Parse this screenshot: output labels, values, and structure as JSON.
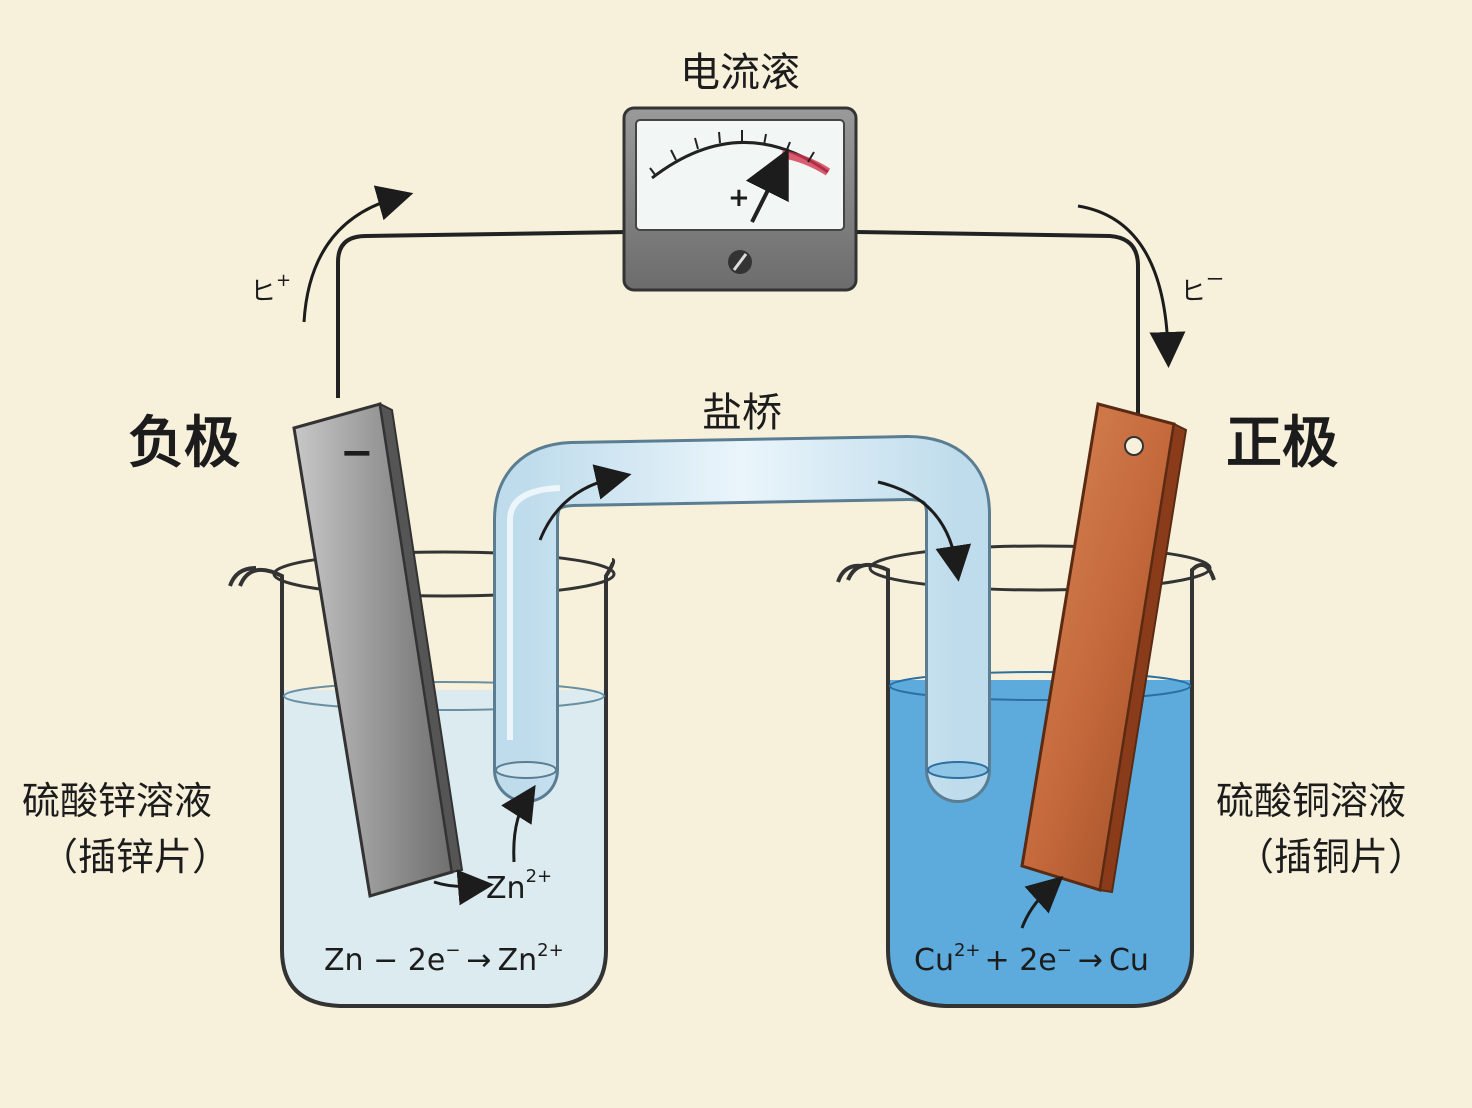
{
  "title": "电流滚",
  "salt_bridge": "盐桥",
  "negative_electrode": "负极",
  "positive_electrode": "正极",
  "left_solution": {
    "line1": "硫酸锌溶液",
    "line2": "（插锌片）"
  },
  "right_solution": {
    "line1": "硫酸铜溶液",
    "line2": "（插铜片）"
  },
  "zinc_plate_sign": "−",
  "meter_sign": "+",
  "electron_left": {
    "base": "ヒ",
    "sup": "+"
  },
  "electron_right": {
    "base": "ヒ",
    "sup": "ー"
  },
  "zinc_ion": {
    "base": "Zn",
    "sup": "2+"
  },
  "left_equation": {
    "part1": "Zn − 2e",
    "sup1": "−",
    "arrow": "→",
    "part2": "Zn",
    "sup2": "2+"
  },
  "right_equation": {
    "part1": "Cu",
    "sup1": "2+",
    "part2": "+ 2e",
    "sup2": "−",
    "arrow": "→",
    "part3": "Cu"
  },
  "colors": {
    "paper": "#f7f1dc",
    "zinc": "#9a9a9a",
    "copper": "#c56a3c",
    "zinc_solution": "#d7eaf2",
    "copper_solution": "#4aa3dc",
    "wire": "#222222"
  }
}
